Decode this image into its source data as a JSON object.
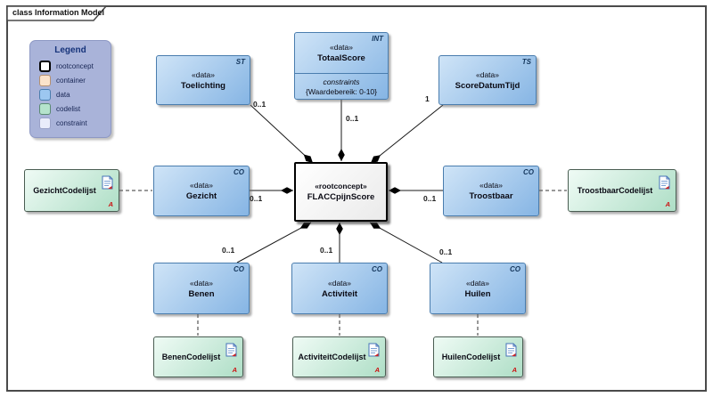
{
  "frame": {
    "tab_label": "class Information Model"
  },
  "legend": {
    "title": "Legend",
    "items": [
      {
        "label": "rootconcept",
        "color": "#ffffff"
      },
      {
        "label": "container",
        "color": "#fbe3cb"
      },
      {
        "label": "data",
        "color": "#9cc7f0"
      },
      {
        "label": "codelist",
        "color": "#b5e3cc"
      },
      {
        "label": "constraint",
        "color": "#e9ecfa"
      }
    ]
  },
  "center": {
    "stereotype": "«rootconcept»",
    "name": "FLACCpijnScore"
  },
  "nodes": {
    "toelichting": {
      "stereotype": "«data»",
      "name": "Toelichting",
      "tag": "ST"
    },
    "totaalscore": {
      "stereotype": "«data»",
      "name": "TotaalScore",
      "tag": "INT",
      "constraints_label": "constraints",
      "constraint_value": "{Waardebereik: 0-10}"
    },
    "scoredatumtijd": {
      "stereotype": "«data»",
      "name": "ScoreDatumTijd",
      "tag": "TS"
    },
    "gezicht": {
      "stereotype": "«data»",
      "name": "Gezicht",
      "tag": "CO"
    },
    "troostbaar": {
      "stereotype": "«data»",
      "name": "Troostbaar",
      "tag": "CO"
    },
    "benen": {
      "stereotype": "«data»",
      "name": "Benen",
      "tag": "CO"
    },
    "activiteit": {
      "stereotype": "«data»",
      "name": "Activiteit",
      "tag": "CO"
    },
    "huilen": {
      "stereotype": "«data»",
      "name": "Huilen",
      "tag": "CO"
    }
  },
  "codelists": {
    "marker": "A",
    "gezicht": {
      "name": "GezichtCodelijst"
    },
    "troostbaar": {
      "name": "TroostbaarCodelijst"
    },
    "benen": {
      "name": "BenenCodelijst"
    },
    "activiteit": {
      "name": "ActiviteitCodelijst"
    },
    "huilen": {
      "name": "HuilenCodelijst"
    }
  },
  "multiplicities": {
    "toelichting": "0..1",
    "totaalscore": "0..1",
    "scoredatumtijd": "1",
    "gezicht": "0..1",
    "troostbaar": "0..1",
    "benen": "0..1",
    "activiteit": "0..1",
    "huilen": "0..1"
  },
  "colors": {
    "data_fill": "#9cc7f0",
    "codelist_fill": "#b5e3cc",
    "container_fill": "#fbe3cb",
    "constraint_fill": "#e9ecfa",
    "rootconcept_fill": "#ffffff",
    "legend_bg": "#a9b3d9",
    "connector": "#1a1a1a"
  }
}
